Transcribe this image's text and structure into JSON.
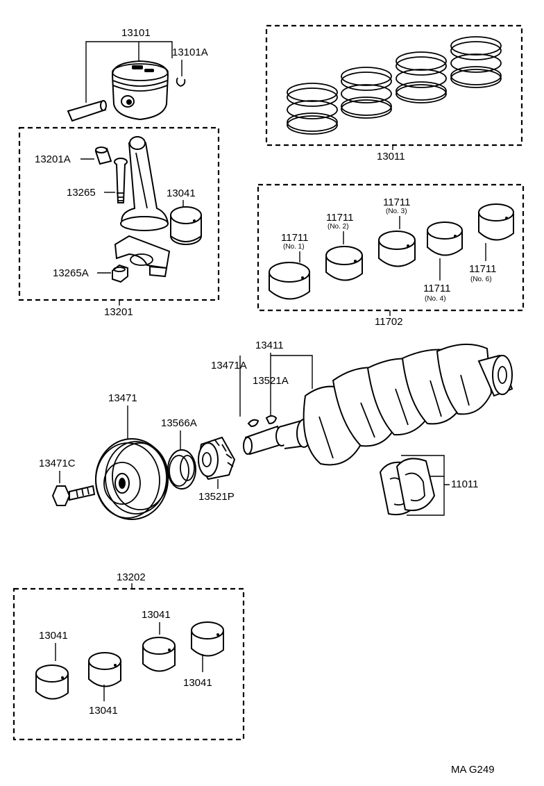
{
  "labels": {
    "piston": "13101",
    "piston_clip": "13101A",
    "ring_set": "13011",
    "rod_bushing": "13201A",
    "rod_bolt": "13265",
    "rod_bearing": "13041",
    "rod_nut": "13265A",
    "rod_assy": "13201",
    "main_bearing_set": "11702",
    "main_bearing": "11711",
    "crankshaft": "13411",
    "crank_key_a": "13471A",
    "crank_key_b": "13521A",
    "pulley": "13471",
    "spacer": "13566A",
    "pulley_bolt": "13471C",
    "timing_gear": "13521P",
    "thrust_washer": "11011",
    "rod_bearing_set": "13202",
    "footer": "MA G249"
  },
  "bearing_nos": {
    "no1": "(No. 1)",
    "no2": "(No. 2)",
    "no3": "(No. 3)",
    "no4": "(No. 4)",
    "no6": "(No. 6)"
  }
}
